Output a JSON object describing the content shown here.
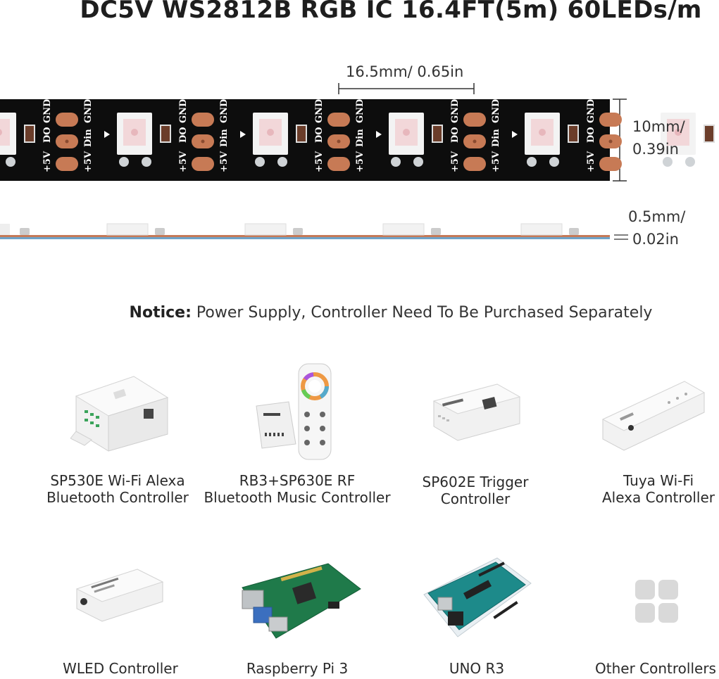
{
  "title": "DC5V WS2812B RGB IC 16.4FT(5m) 60LEDs/m",
  "dimensions": {
    "spacing": "16.5mm/ 0.65in",
    "width_mm": "10mm/",
    "width_in": "0.39in",
    "thickness_mm": "0.5mm/",
    "thickness_in": "0.02in"
  },
  "strip_labels": {
    "gnd": "GND",
    "do": "DO",
    "din": "Din",
    "v5": "+5V"
  },
  "notice": {
    "label": "Notice:",
    "text": " Power Supply, Controller Need To Be Purchased Separately"
  },
  "controllers": [
    {
      "line1": "SP530E Wi-Fi Alexa",
      "line2": "Bluetooth Controller",
      "icon": "wifi-controller-icon"
    },
    {
      "line1": "RB3+SP630E RF",
      "line2": "Bluetooth Music Controller",
      "icon": "rf-remote-controller-icon"
    },
    {
      "line1": "SP602E Trigger",
      "line2": "Controller",
      "icon": "trigger-controller-icon"
    },
    {
      "line1": "Tuya Wi-Fi",
      "line2": "Alexa Controller",
      "icon": "tuya-controller-icon"
    },
    {
      "line1": "WLED Controller",
      "line2": "",
      "icon": "wled-controller-icon"
    },
    {
      "line1": "Raspberry Pi 3",
      "line2": "",
      "icon": "raspberry-pi-icon"
    },
    {
      "line1": "UNO R3",
      "line2": "",
      "icon": "arduino-uno-icon"
    },
    {
      "line1": "Other Controllers",
      "line2": "",
      "icon": "grid-icon"
    }
  ],
  "colors": {
    "strip": "#0d0d0d",
    "pad": "#c77a55",
    "led": "#f2d7d9",
    "pcb_green": "#1f7a4a",
    "arduino_teal": "#1d8a8a"
  }
}
